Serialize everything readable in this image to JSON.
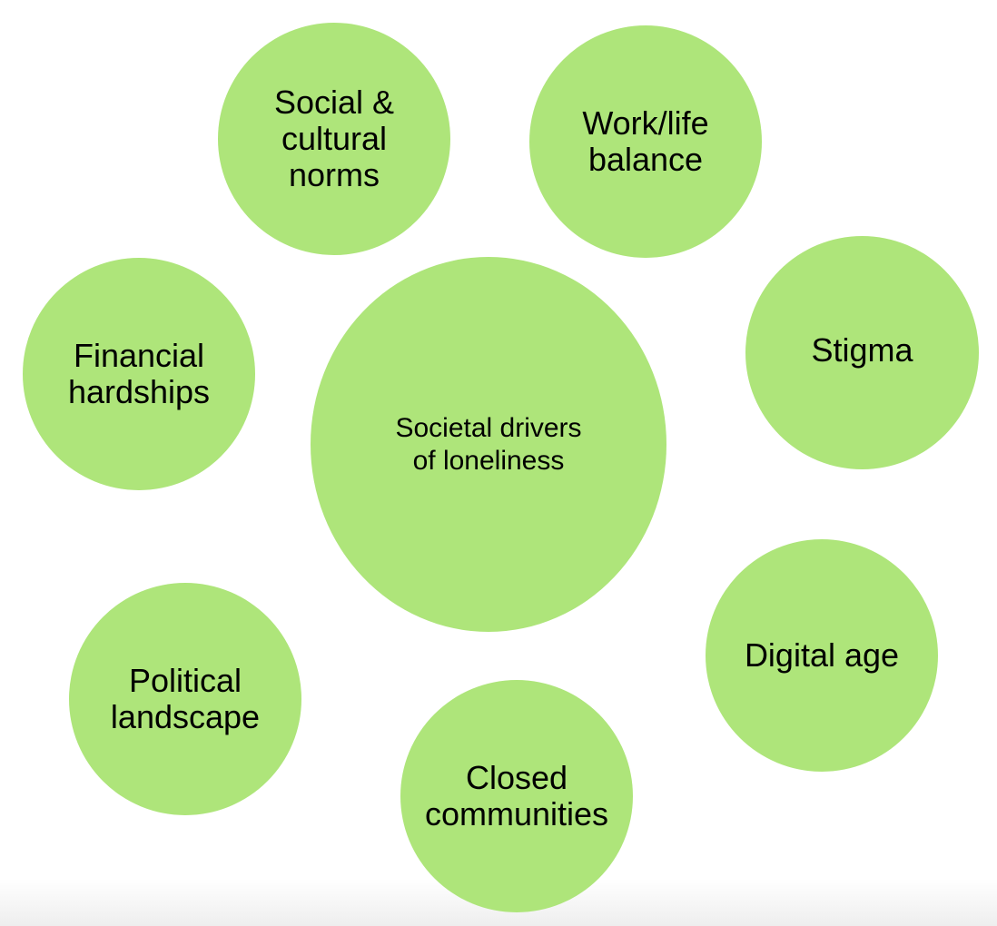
{
  "diagram": {
    "bubble_color": "#aee57a",
    "text_color": "#000000",
    "center": {
      "label": "Societal drivers\nof loneliness"
    },
    "drivers": [
      {
        "label": "Social &\ncultural\nnorms"
      },
      {
        "label": "Work/life\nbalance"
      },
      {
        "label": "Stigma"
      },
      {
        "label": "Financial\nhardships"
      },
      {
        "label": "Digital age"
      },
      {
        "label": "Political\nlandscape"
      },
      {
        "label": "Closed\ncommunities"
      }
    ]
  }
}
